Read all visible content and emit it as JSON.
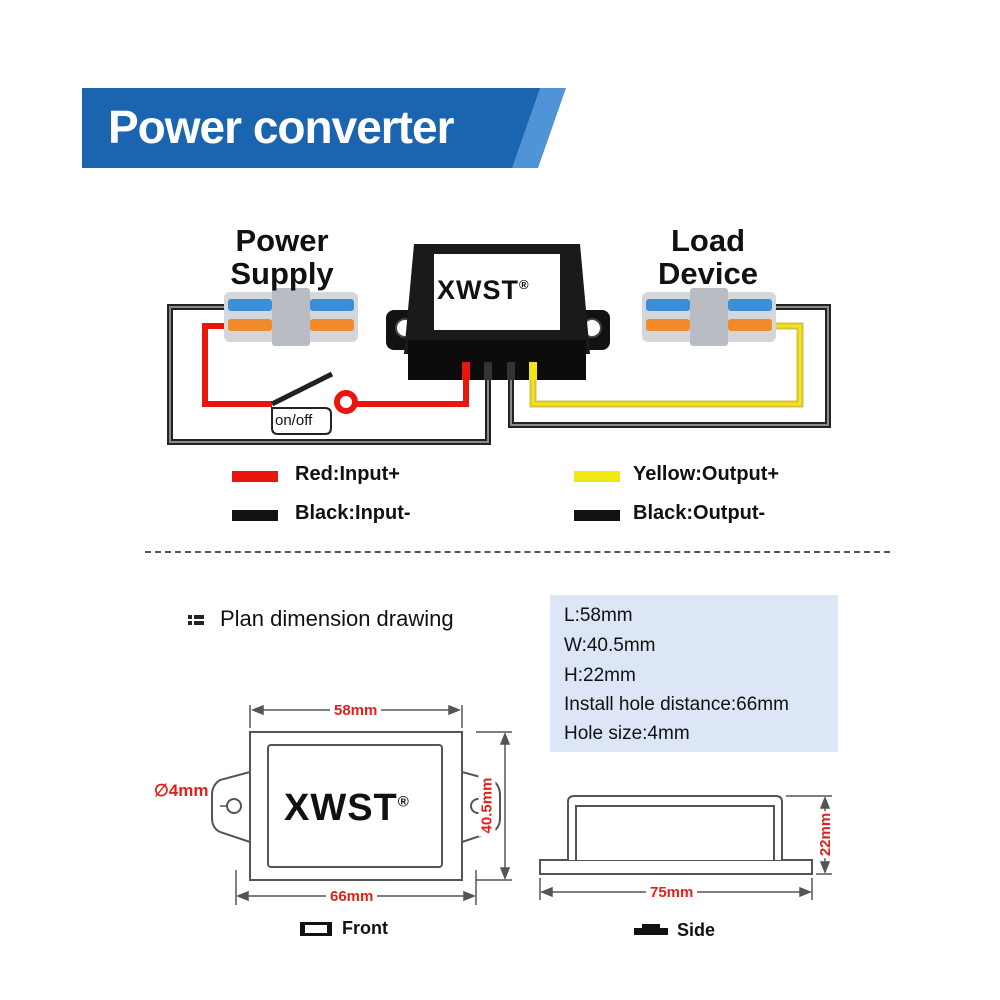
{
  "header": {
    "title": "Power converter"
  },
  "wiring": {
    "power_supply_label": "Power Supply",
    "load_device_label": "Load Device",
    "brand": "XWST",
    "registered_mark": "®",
    "switch_label": "on/off"
  },
  "legend": [
    {
      "color": "#e8160f",
      "text": "Red:Input+"
    },
    {
      "color": "#111111",
      "text": "Black:Input-"
    },
    {
      "color": "#f2e617",
      "text": "Yellow:Output+"
    },
    {
      "color": "#111111",
      "text": "Black:Output-"
    }
  ],
  "plan": {
    "title": "Plan dimension drawing",
    "specs": [
      "L:58mm",
      "W:40.5mm",
      "H:22mm",
      "Install hole distance:66mm",
      "Hole size:4mm"
    ],
    "front": {
      "length": "58mm",
      "width": "40.5mm",
      "hole_distance": "66mm",
      "hole": "∅4mm",
      "caption": "Front"
    },
    "side": {
      "length": "75mm",
      "height": "22mm",
      "caption": "Side"
    }
  },
  "colors": {
    "banner": "#1a64b0",
    "banner_accent": "#4f94d6",
    "red_wire": "#e8160f",
    "yellow_wire": "#e9cf34",
    "connector_blue": "#3a8fd9",
    "connector_orange": "#f08a2a",
    "spec_bg": "#dce6f7",
    "dimension_red": "#e0211c"
  }
}
